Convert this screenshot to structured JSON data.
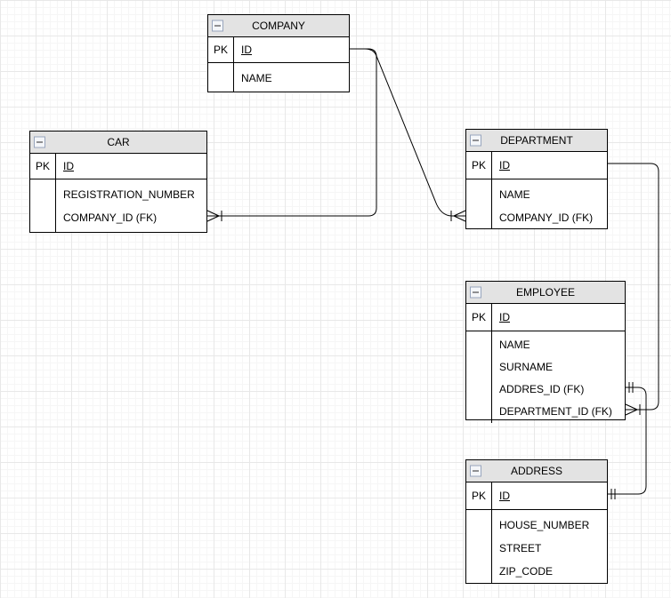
{
  "diagram": {
    "kind": "entity-relationship-diagram",
    "colors": {
      "canvas_bg": "#ffffff",
      "grid_minor": "#f6f6f6",
      "grid_major": "#e8e8e8",
      "table_header_bg": "#e3e3e3",
      "table_bg": "#ffffff",
      "table_border": "#000000",
      "connector": "#000000",
      "collapse_icon_border": "#98a5bd",
      "collapse_icon_bg": "#f4f6f9"
    }
  },
  "entities": [
    {
      "title": "COMPANY",
      "collapse_icon": "minus",
      "pk_label": "PK",
      "pk_field": "ID",
      "attributes": [
        "NAME"
      ]
    },
    {
      "title": "CAR",
      "collapse_icon": "minus",
      "pk_label": "PK",
      "pk_field": "ID",
      "attributes": [
        "REGISTRATION_NUMBER",
        "COMPANY_ID (FK)"
      ]
    },
    {
      "title": "DEPARTMENT",
      "collapse_icon": "minus",
      "pk_label": "PK",
      "pk_field": "ID",
      "attributes": [
        "NAME",
        "COMPANY_ID (FK)"
      ]
    },
    {
      "title": "EMPLOYEE",
      "collapse_icon": "minus",
      "pk_label": "PK",
      "pk_field": "ID",
      "attributes": [
        "NAME",
        "SURNAME",
        "ADDRES_ID (FK)",
        "DEPARTMENT_ID (FK)"
      ]
    },
    {
      "title": "ADDRESS",
      "collapse_icon": "minus",
      "pk_label": "PK",
      "pk_field": "ID",
      "attributes": [
        "HOUSE_NUMBER",
        "STREET",
        "ZIP_CODE"
      ]
    }
  ],
  "relationships": [
    {
      "from": "COMPANY.ID",
      "to": "CAR.COMPANY_ID (FK)",
      "from_marker": "none",
      "to_marker": "crow-foot-many-with-tick"
    },
    {
      "from": "COMPANY.ID",
      "to": "DEPARTMENT.COMPANY_ID (FK)",
      "from_marker": "none",
      "to_marker": "crow-foot-many-with-tick"
    },
    {
      "from": "DEPARTMENT.ID",
      "to": "EMPLOYEE.DEPARTMENT_ID (FK)",
      "from_marker": "none",
      "to_marker": "crow-foot-many-with-tick"
    },
    {
      "from": "EMPLOYEE.ADDRES_ID (FK)",
      "to": "ADDRESS.ID",
      "from_marker": "exactly-one-double-tick",
      "to_marker": "exactly-one-double-tick"
    }
  ]
}
